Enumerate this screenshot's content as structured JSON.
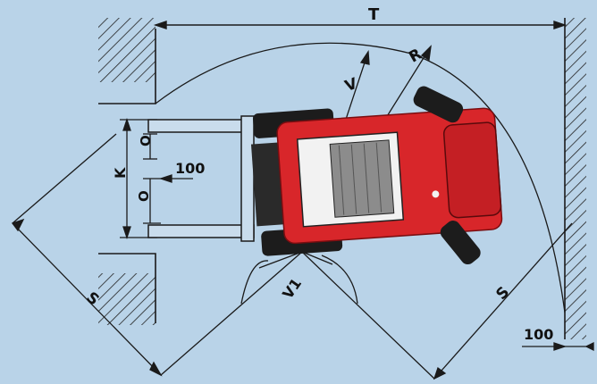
{
  "colors": {
    "background": "#b9d3e8",
    "line": "#1a1a1a",
    "vehicle_red": "#d8262a",
    "vehicle_dark": "#1c1c1c",
    "seat_grey": "#8c8c8c",
    "cabin_white": "#f2f2f2"
  },
  "labels": {
    "t": "T",
    "v": "V",
    "r": "R",
    "k": "K",
    "o_top": "O",
    "o_bottom": "O",
    "dim_100_fork": "100",
    "v1": "V1",
    "s_left": "S",
    "s_right": "S",
    "dim_100_corner": "100"
  }
}
